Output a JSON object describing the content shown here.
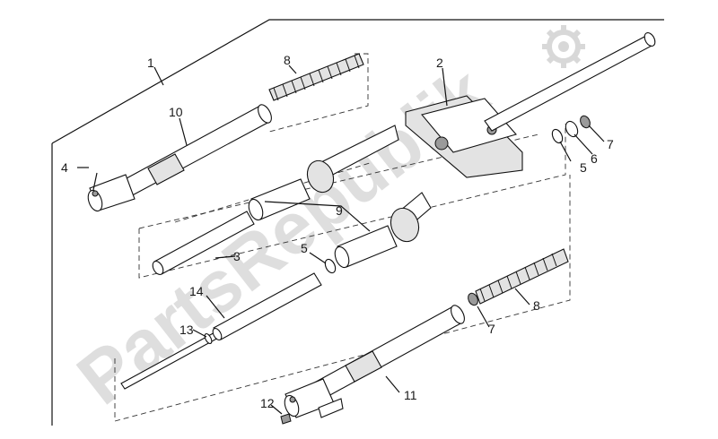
{
  "watermark": {
    "text": "PartsRepublik",
    "logo": "gear-icon"
  },
  "callouts": [
    {
      "id": "c1",
      "label": "1"
    },
    {
      "id": "c2",
      "label": "2"
    },
    {
      "id": "c3",
      "label": "3"
    },
    {
      "id": "c4",
      "label": "4"
    },
    {
      "id": "c5a",
      "label": "5"
    },
    {
      "id": "c5b",
      "label": "5"
    },
    {
      "id": "c6",
      "label": "6"
    },
    {
      "id": "c7a",
      "label": "7"
    },
    {
      "id": "c7b",
      "label": "7"
    },
    {
      "id": "c8a",
      "label": "8"
    },
    {
      "id": "c8b",
      "label": "8"
    },
    {
      "id": "c9",
      "label": "9"
    },
    {
      "id": "c10",
      "label": "10"
    },
    {
      "id": "c11",
      "label": "11"
    },
    {
      "id": "c12",
      "label": "12"
    },
    {
      "id": "c13",
      "label": "13"
    },
    {
      "id": "c14",
      "label": "14"
    }
  ]
}
